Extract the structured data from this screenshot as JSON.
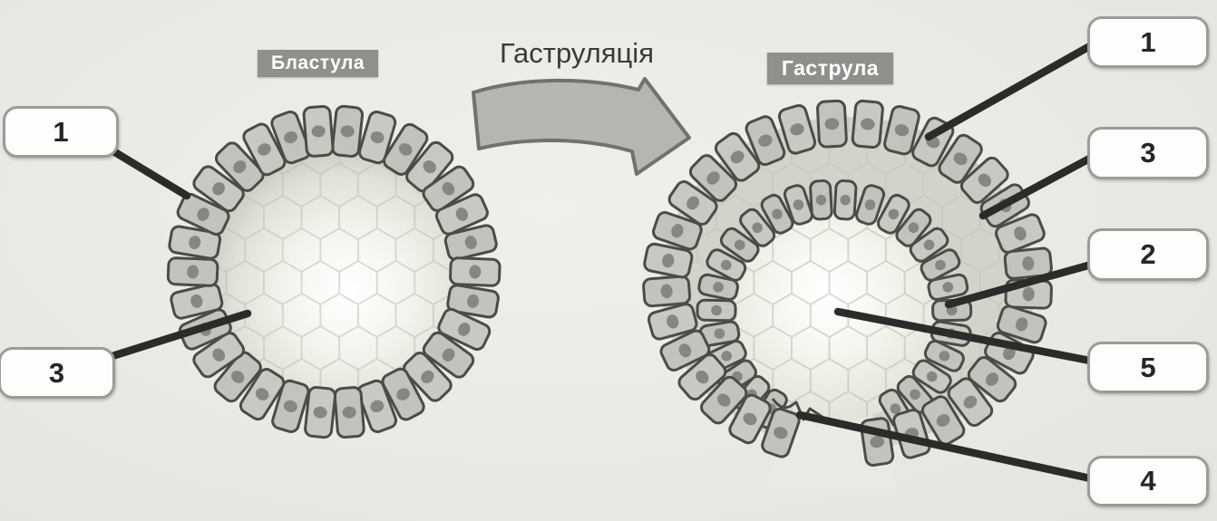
{
  "diagram": {
    "stage_labels": {
      "blastula": "Бластула",
      "gastrula": "Гаструла"
    },
    "process_label": "Гаструляція",
    "callouts": {
      "left": [
        {
          "number": "1"
        },
        {
          "number": "3"
        }
      ],
      "right": [
        {
          "number": "1"
        },
        {
          "number": "3"
        },
        {
          "number": "2"
        },
        {
          "number": "5"
        },
        {
          "number": "4"
        }
      ]
    },
    "colors": {
      "background": "#e9e9e5",
      "cell_fill_a": "#c9c9c3",
      "cell_fill_b": "#c3c3bd",
      "cell_outline": "#4b4b47",
      "nucleus": "#84847e",
      "badge_bg": "#8f8f8b",
      "badge_text": "#ffffff",
      "callout_line": "#2b2b29",
      "arrow_fill": "#b6b6b1",
      "arrow_outline": "#72726d",
      "blastocoel_fill": "#d3d3cb",
      "hex_line": "#bcbcb2"
    }
  }
}
